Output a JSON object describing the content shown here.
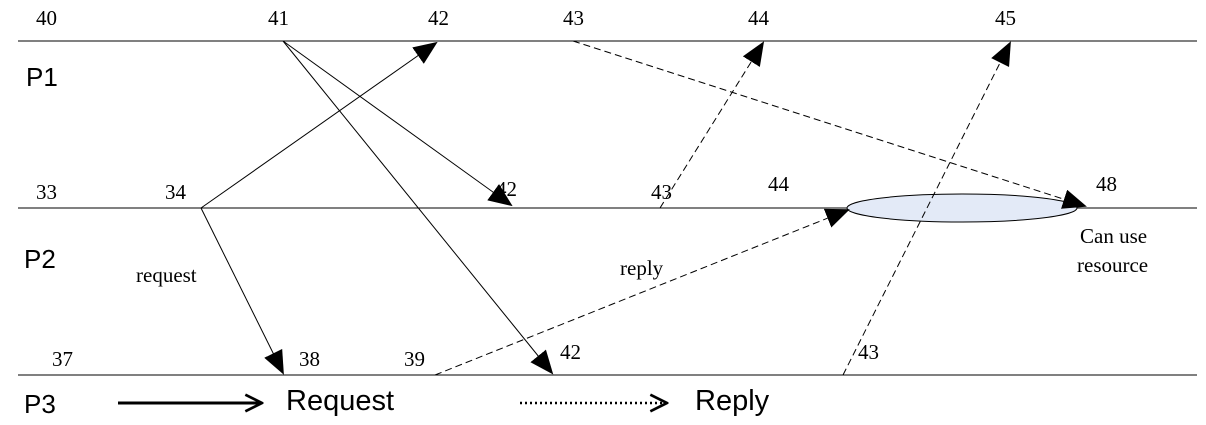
{
  "processes": [
    {
      "label": "P1",
      "timestamps": [
        "40",
        "41",
        "42",
        "43",
        "44",
        "45"
      ]
    },
    {
      "label": "P2",
      "timestamps": [
        "33",
        "34",
        "42",
        "43",
        "44",
        "48"
      ]
    },
    {
      "label": "P3",
      "timestamps": [
        "37",
        "38",
        "39",
        "42",
        "43"
      ]
    }
  ],
  "annotations": {
    "request": "request",
    "reply": "reply",
    "resource_line1": "Can use",
    "resource_line2": "resource"
  },
  "legend": {
    "solid_label": "Request",
    "dotted_label": "Reply"
  },
  "colors": {
    "line": "#000000",
    "ellipse_fill": "#e3eaf7",
    "ellipse_stroke": "#000000"
  }
}
